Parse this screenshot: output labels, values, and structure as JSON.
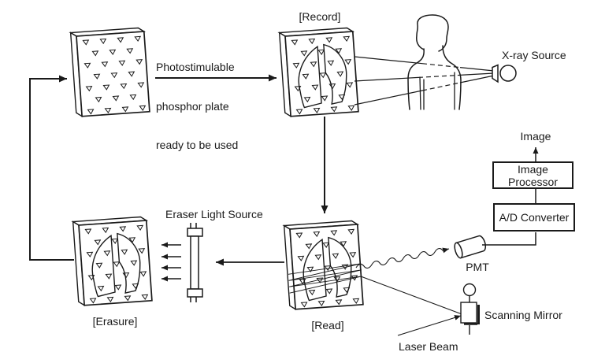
{
  "colors": {
    "background": "#ffffff",
    "line": "#1a1a1a",
    "text": "#1a1a1a"
  },
  "stages": {
    "plate_ready": {
      "caption_lines": [
        "Photostimulable",
        "phosphor plate",
        "ready to be used"
      ]
    },
    "record": {
      "label": "[Record]"
    },
    "read": {
      "label": "[Read]"
    },
    "erasure": {
      "label": "[Erasure]"
    }
  },
  "components": {
    "xray_source": "X-ray Source",
    "image_output": "Image",
    "image_processor_lines": [
      "Image",
      "Processor"
    ],
    "ad_converter": "A/D Converter",
    "pmt": "PMT",
    "scanning_mirror": "Scanning Mirror",
    "laser_beam": "Laser Beam",
    "eraser_light_source": "Eraser Light Source"
  },
  "icons": [
    {
      "name": "phosphor-plate-icon",
      "shape": "tilted-slab-with-triangle-grid"
    },
    {
      "name": "lung-image-icon",
      "shape": "two-lobe-outline"
    },
    {
      "name": "patient-figure-icon",
      "shape": "head-and-torso-outline"
    },
    {
      "name": "xray-tube-icon",
      "shape": "circle-with-cone"
    },
    {
      "name": "pmt-cylinder-icon",
      "shape": "tilted-cylinder"
    },
    {
      "name": "scanning-mirror-icon",
      "shape": "mirror-plate-with-knob"
    },
    {
      "name": "eraser-lamp-icon",
      "shape": "fluorescent-tube-with-pins"
    }
  ]
}
